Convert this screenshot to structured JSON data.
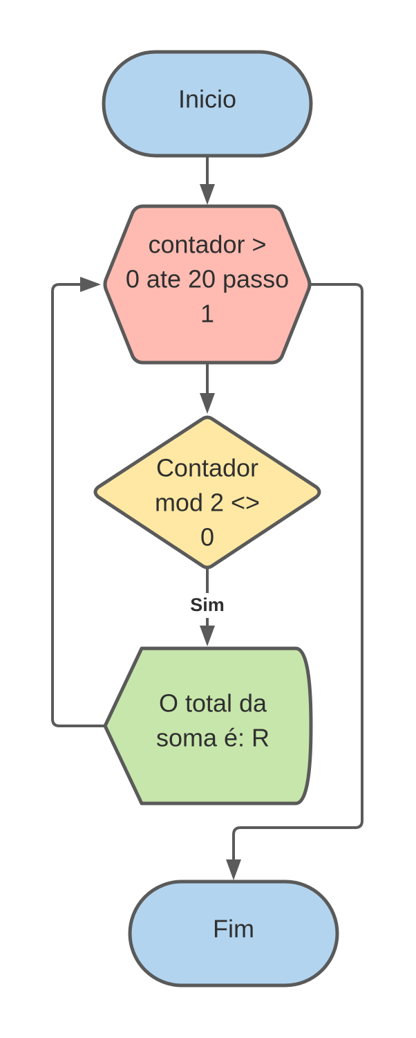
{
  "colors": {
    "terminal": "#b2d4ef",
    "loop": "#ffbbb1",
    "decision": "#ffe8a3",
    "display": "#c7e6ab",
    "stroke": "#5a5a5a",
    "text": "#2f2f2f"
  },
  "nodes": {
    "start": {
      "text": "Inicio"
    },
    "loop": {
      "lines": [
        "contador >",
        "0 ate 20 passo",
        "1"
      ]
    },
    "decision": {
      "lines": [
        "Contador",
        "mod 2 <>",
        "0"
      ]
    },
    "output": {
      "lines": [
        "O total da",
        "soma é: R"
      ]
    },
    "end": {
      "text": "Fim"
    }
  },
  "edges": {
    "decision_yes_label": "Sim"
  }
}
